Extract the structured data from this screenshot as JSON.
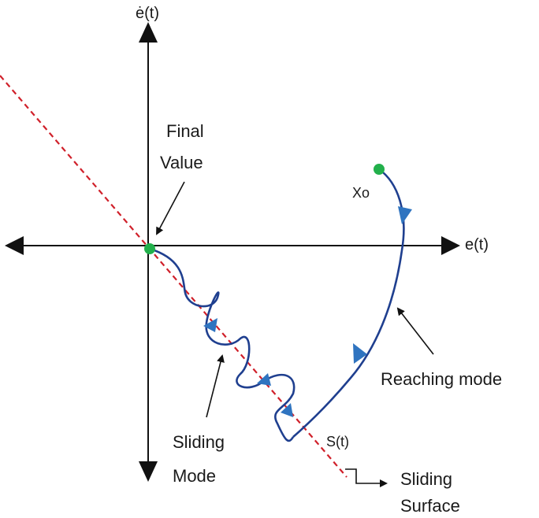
{
  "labels": {
    "y_axis": "ė(t)",
    "x_axis": "e(t)",
    "final_value_line1": "Final",
    "final_value_line2": "Value",
    "initial_state": "Xo",
    "reaching_mode": "Reaching mode",
    "sliding_mode_line1": "Sliding",
    "sliding_mode_line2": "Mode",
    "sliding_function": "S(t)",
    "sliding_surface_line1": "Sliding",
    "sliding_surface_line2": "Surface"
  },
  "colors": {
    "axis": "#111111",
    "trajectory": "#1f3f8f",
    "trajectory_arrow": "#2f74c0",
    "surface": "#d0202a",
    "points": "#22b04b"
  }
}
